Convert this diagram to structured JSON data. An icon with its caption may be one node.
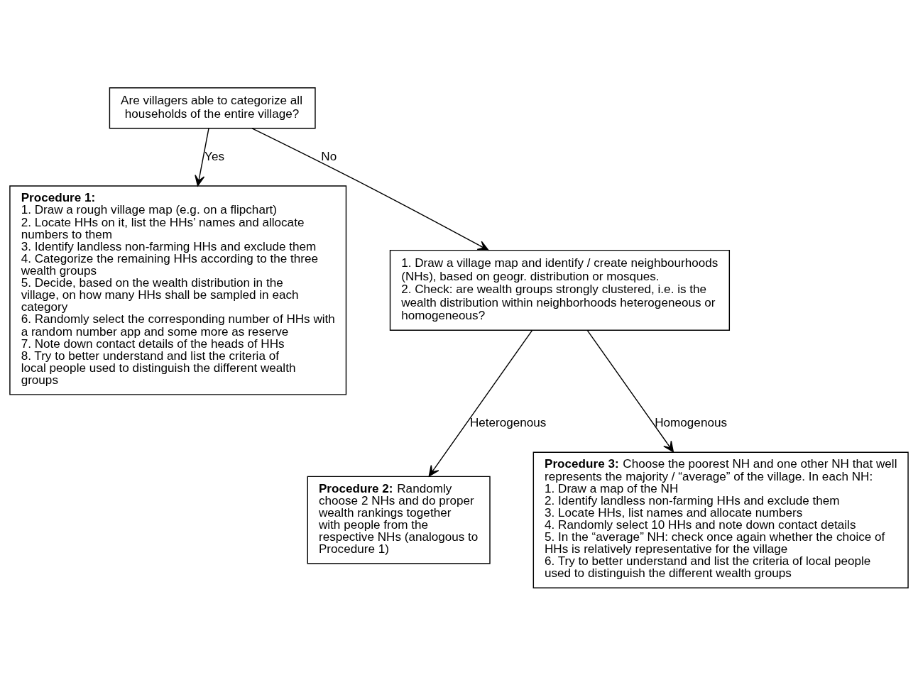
{
  "diagram": {
    "nodes": [
      {
        "text": [
          "Are villagers able to categorize all households of the entire village?"
        ]
      },
      {
        "text": [
          "**Procedure 1:**",
          "1. Draw a rough village map (e.g. on a flipchart)",
          "2. Locate HHs on it, list the HHs’ names and allocate numbers to them",
          "3. Identify landless non-farming HHs and exclude them",
          "4. Categorize the remaining HHs according to the three wealth groups",
          "5. Decide, based on the wealth distribution in the village, on how many HHs shall be sampled in each category",
          "6. Randomly select the corresponding number of HHs with a random number app and some more as reserve",
          "7. Note down contact details of the heads of HHs",
          "8. Try to better understand and list the criteria of local people used to distinguish the different wealth groups"
        ]
      },
      {
        "text": [
          "1. Draw a village map and identify / create neighbourhoods (NHs), based on geogr. distribution or mosques.",
          "2. Check: are wealth groups strongly clustered, i.e. is the wealth distribution within neighborhoods heterogeneous or homogeneous?"
        ]
      },
      {
        "text": [
          "**Procedure 2:** Randomly choose 2 NHs and do proper wealth rankings together with people from the respective NHs (analogous to Procedure 1)"
        ]
      },
      {
        "text": [
          "**Procedure 3:** Choose the poorest NH and one other NH that well represents the majority / “average” of the village. In each NH:",
          "1. Draw a map of the NH",
          "2. Identify landless non-farming HHs and exclude them",
          "3. Locate HHs, list names and allocate numbers",
          "4. Randomly select 10 HHs and note down contact details",
          "5. In the “average” NH: check once again whether the choice of HHs is relatively representative for the village",
          "6. Try to better understand and list the criteria of local people used to distinguish the different wealth groups"
        ]
      }
    ],
    "edges": [
      {
        "from": 0,
        "to": 1,
        "arrow": "to",
        "label": "Yes"
      },
      {
        "from": 0,
        "to": 2,
        "arrow": "to",
        "label": "No"
      },
      {
        "from": 2,
        "to": 3,
        "arrow": "to",
        "label": "Heterogenous"
      },
      {
        "from": 2,
        "to": 4,
        "arrow": "to",
        "label": "Homogenous"
      }
    ]
  }
}
